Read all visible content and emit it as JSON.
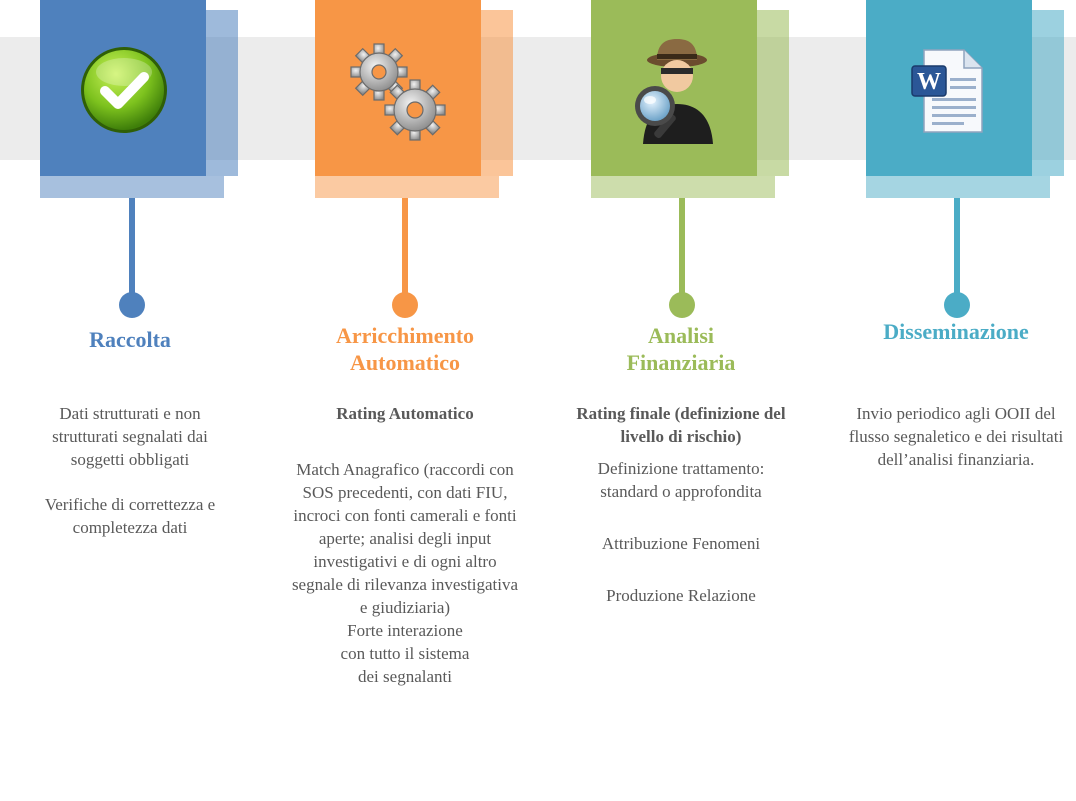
{
  "colors": {
    "blue": "#4f81bd",
    "orange": "#f79646",
    "green": "#9bbb59",
    "teal": "#4bacc6",
    "band": "#ececec"
  },
  "stages": [
    {
      "icon": "checkmark-icon",
      "title": "Raccolta",
      "lines": [
        "Dati strutturati e non strutturati segnalati dai soggetti obbligati",
        "Verifiche di correttezza  e completezza dati"
      ]
    },
    {
      "icon": "gears-icon",
      "title": "Arricchimento Automatico",
      "bold": "Rating Automatico",
      "lines": [
        "Match Anagrafico (raccordi con SOS precedenti, con dati FIU, incroci con fonti camerali e fonti aperte; analisi degli input investigativi e di ogni altro segnale di rilevanza investigativa e giudiziaria)",
        "Forte interazione con tutto il sistema dei segnalanti"
      ]
    },
    {
      "icon": "investigator-icon",
      "title": "Analisi Finanziaria",
      "bold": "Rating finale (definizione del livello di rischio)",
      "lines": [
        "Definizione trattamento: standard o approfondita",
        "Attribuzione Fenomeni",
        "Produzione Relazione"
      ]
    },
    {
      "icon": "word-document-icon",
      "title": "Disseminazione",
      "lines": [
        "Invio periodico agli OOII del flusso segnaletico e dei risultati dell’analisi finanziaria."
      ]
    }
  ]
}
